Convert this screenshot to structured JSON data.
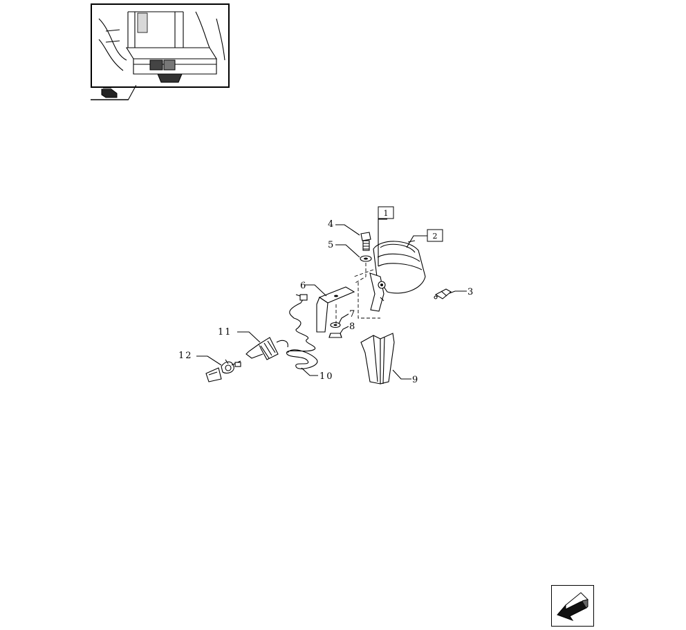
{
  "inset": {
    "icon": "page-back-icon"
  },
  "callouts": {
    "c1": "1",
    "c2": "2",
    "c3": "3",
    "c4": "4",
    "c5": "5",
    "c6": "6",
    "c7": "7",
    "c8": "8",
    "c9": "9",
    "c10": "10",
    "c11": "11",
    "c12": "12"
  },
  "navigation": {
    "next_icon": "arrow-next-page-icon"
  }
}
